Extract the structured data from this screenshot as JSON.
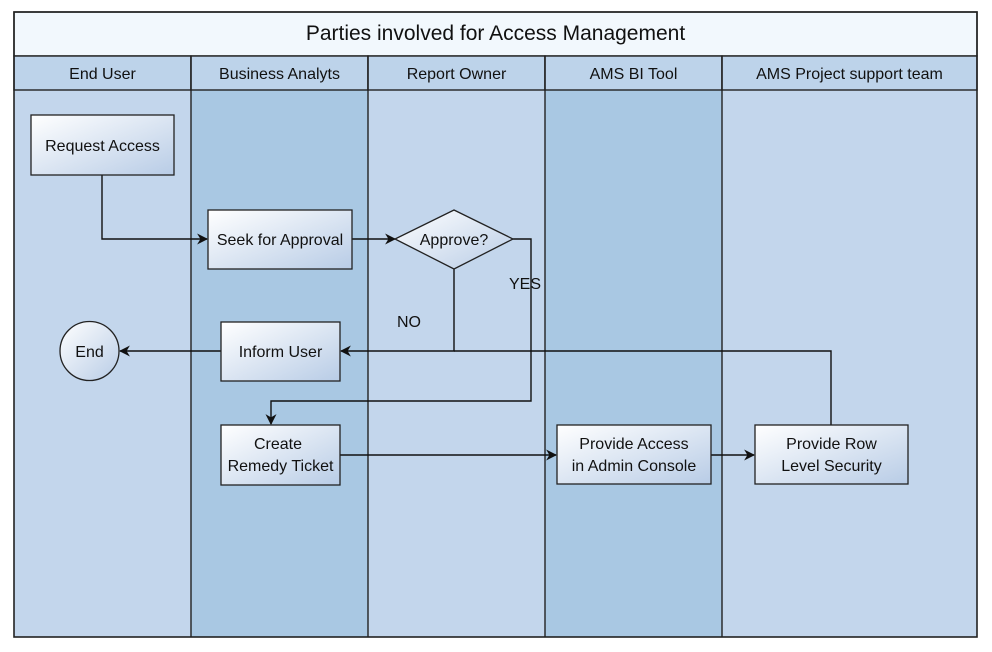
{
  "title": "Parties involved for Access Management",
  "colors": {
    "lane_light": "#c3d6ec",
    "lane_dark": "#a9c8e3",
    "title_bg": "#f2f8fd",
    "node_gradient_start": "#ffffff",
    "node_gradient_end": "#b8cce6",
    "stroke": "#222222"
  },
  "lanes": [
    {
      "label": "End User"
    },
    {
      "label": "Business Analyts"
    },
    {
      "label": "Report Owner"
    },
    {
      "label": "AMS BI Tool"
    },
    {
      "label": "AMS Project support team"
    }
  ],
  "nodes": {
    "request_access": {
      "lines": [
        "Request Access"
      ],
      "shape": "rect"
    },
    "seek_approval": {
      "lines": [
        "Seek for Approval"
      ],
      "shape": "rect"
    },
    "approve": {
      "lines": [
        "Approve?"
      ],
      "shape": "diamond"
    },
    "inform_user": {
      "lines": [
        "Inform User"
      ],
      "shape": "rect"
    },
    "end": {
      "lines": [
        "End"
      ],
      "shape": "circle"
    },
    "create_ticket": {
      "lines": [
        "Create",
        "Remedy Ticket"
      ],
      "shape": "rect"
    },
    "provide_access": {
      "lines": [
        "Provide Access",
        "in Admin Console"
      ],
      "shape": "rect"
    },
    "provide_row_security": {
      "lines": [
        "Provide Row",
        "Level Security"
      ],
      "shape": "rect"
    }
  },
  "edges": [
    {
      "from": "request_access",
      "to": "seek_approval",
      "label": ""
    },
    {
      "from": "seek_approval",
      "to": "approve",
      "label": ""
    },
    {
      "from": "approve",
      "to": "inform_user",
      "label": "NO"
    },
    {
      "from": "approve",
      "to": "create_ticket",
      "label": "YES"
    },
    {
      "from": "inform_user",
      "to": "end",
      "label": ""
    },
    {
      "from": "create_ticket",
      "to": "provide_access",
      "label": ""
    },
    {
      "from": "provide_access",
      "to": "provide_row_security",
      "label": ""
    },
    {
      "from": "provide_row_security",
      "to": "inform_user",
      "label": ""
    }
  ]
}
